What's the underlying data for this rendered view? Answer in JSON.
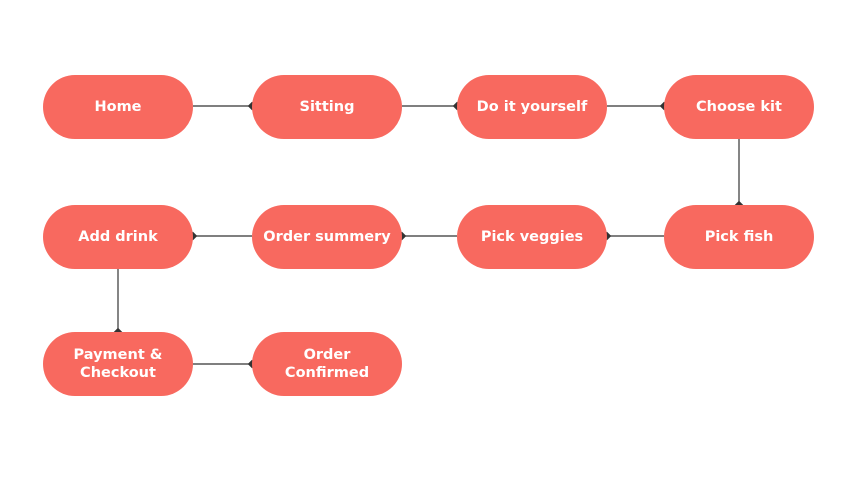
{
  "flow": {
    "colors": {
      "node_fill": "#f8695f",
      "node_text": "#ffffff",
      "connector": "#333333"
    },
    "nodes": {
      "home": "Home",
      "sitting": "Sitting",
      "diy": "Do it yourself",
      "choose_kit": "Choose kit",
      "add_drink": "Add drink",
      "order_summary": "Order summery",
      "pick_veggies": "Pick veggies",
      "pick_fish": "Pick fish",
      "payment": "Payment &\nCheckout",
      "confirmed": "Order\nConfirmed"
    }
  }
}
